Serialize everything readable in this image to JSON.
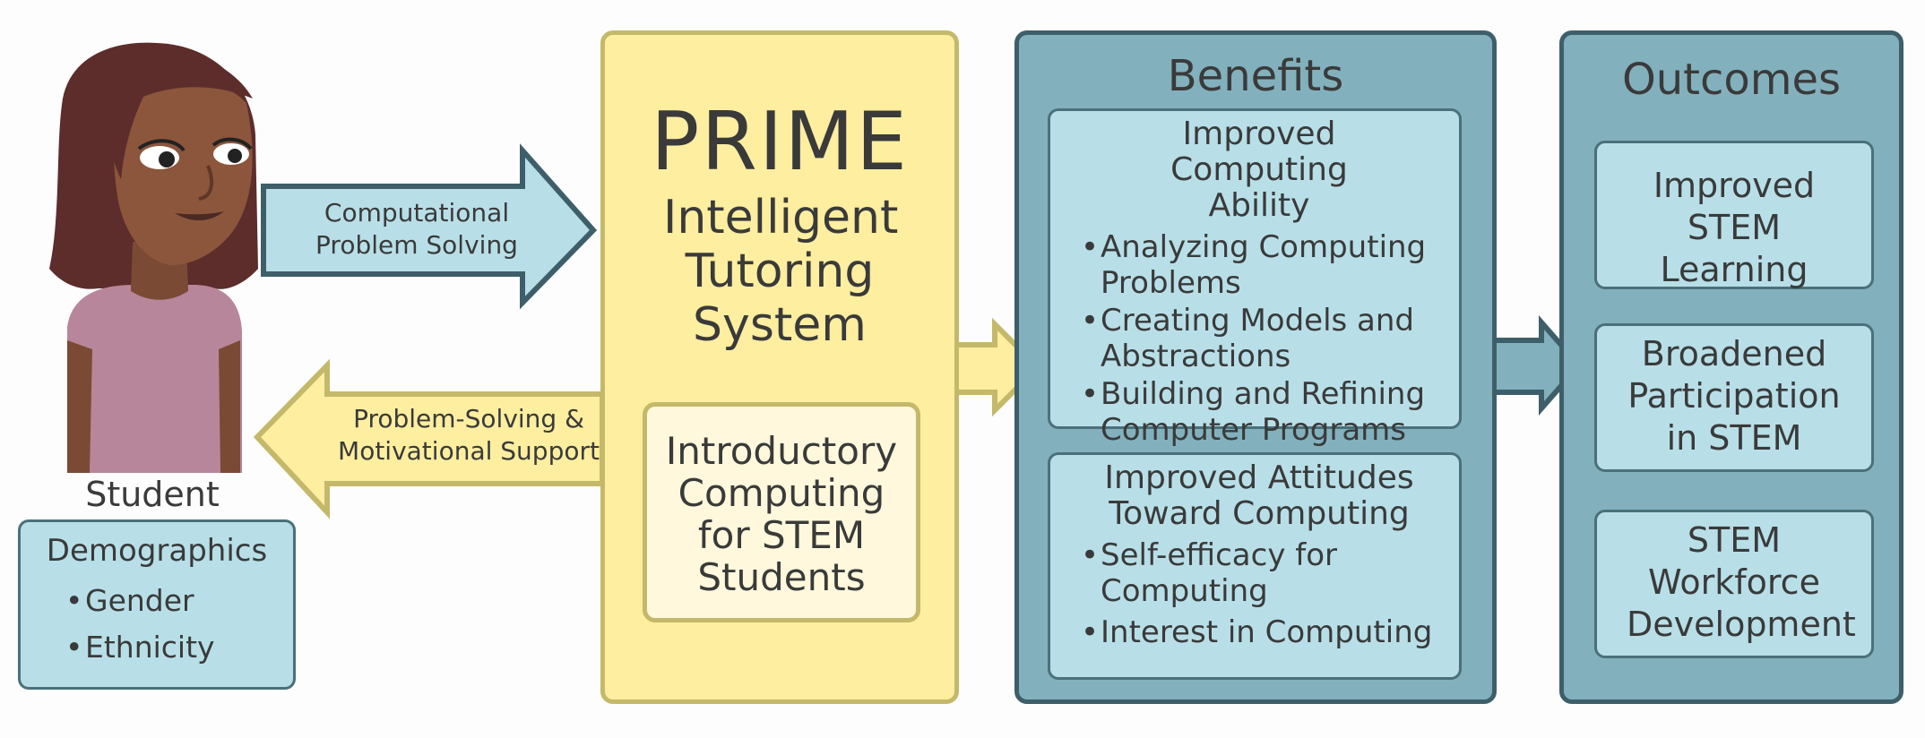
{
  "student": {
    "label": "Student",
    "demographics": {
      "title": "Demographics",
      "items": [
        "Gender",
        "Ethnicity"
      ]
    }
  },
  "arrows": {
    "to_system": "Computational Problem Solving",
    "to_student": "Problem-Solving & Motivational Support"
  },
  "system": {
    "title": "PRIME",
    "subtitle": "Intelligent Tutoring System",
    "course": "Introductory Computing for STEM Students"
  },
  "benefits": {
    "title": "Benefits",
    "ability": {
      "title": "Improved Computing Ability",
      "items": [
        "Analyzing Computing Problems",
        "Creating Models and Abstractions",
        "Building and Refining Computer Programs"
      ]
    },
    "attitudes": {
      "title": "Improved Attitudes Toward Computing",
      "items": [
        "Self-efficacy for Computing",
        "Interest in Computing"
      ]
    }
  },
  "outcomes": {
    "title": "Outcomes",
    "items": [
      "Improved STEM Learning",
      "Broadened Participation in STEM",
      "STEM Workforce Development"
    ]
  },
  "colors": {
    "light_blue": "#b8dfe8",
    "teal": "#82b1bd",
    "dark_teal": "#3e5f69",
    "yellow": "#fdeea0",
    "cream": "#fff8dc",
    "olive": "#c4b86a"
  }
}
